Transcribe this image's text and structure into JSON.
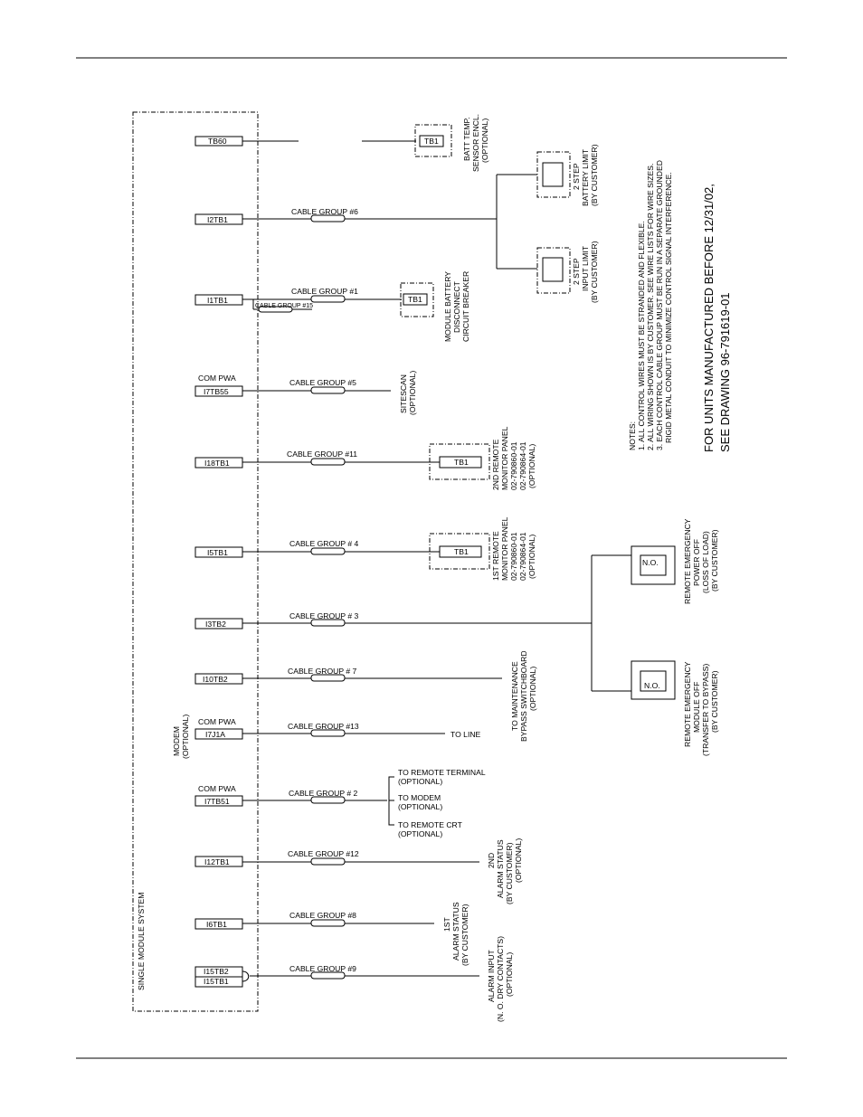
{
  "system_title": "SINGLE MODULE SYSTEM",
  "terminals": {
    "tb60": "TB60",
    "i2tb1": "I2TB1",
    "i1tb1": "I1TB1",
    "i7tb55": "I7TB55",
    "i18tb1": "I18TB1",
    "i5tb1": "I5TB1",
    "i3tb2": "I3TB2",
    "i10tb2": "I10TB2",
    "i7j1a": "I7J1A",
    "i7tb51": "I7TB51",
    "i12tb1": "I12TB1",
    "i6tb1": "I6TB1",
    "i15tb2": "I15TB2",
    "i15tb1": "I15TB1"
  },
  "com_pwa": "COM PWA",
  "modem_label": [
    "MODEM",
    "(OPTIONAL)"
  ],
  "cables": {
    "g6": "CABLE GROUP #6",
    "g1": "CABLE GROUP #1",
    "g15": "CABLE GROUP #15",
    "g5": "CABLE GROUP #5",
    "g11": "CABLE GROUP #11",
    "g4": "CABLE GROUP # 4",
    "g3": "CABLE GROUP # 3",
    "g7": "CABLE GROUP # 7",
    "g13": "CABLE GROUP #13",
    "g2": "CABLE GROUP # 2",
    "g12": "CABLE GROUP #12",
    "g8": "CABLE GROUP #8",
    "g9": "CABLE GROUP #9"
  },
  "tb1": "TB1",
  "no_contact": "N.O.",
  "to_line": "TO LINE",
  "targets": {
    "batt_temp": [
      "BATT TEMP.",
      "SENSOR ENCL.",
      "(OPTIONAL)"
    ],
    "battery_limit": [
      "2 STEP",
      "BATTERY LIMIT",
      "(BY CUSTOMER)"
    ],
    "input_limit": [
      "2 STEP",
      "INPUT LIMIT",
      "(BY CUSTOMER)"
    ],
    "module_battery": [
      "MODULE BATTERY",
      "DISCONNECT",
      "CIRCUIT BREAKER"
    ],
    "sitescan": [
      "SITESCAN",
      "(OPTIONAL)"
    ],
    "remote_2nd": [
      "2ND REMOTE",
      "MONITOR PANEL",
      "02-790860-01",
      "02-790864-01",
      "(OPTIONAL)"
    ],
    "remote_1st": [
      "1ST REMOTE",
      "MONITOR PANEL",
      "02-790860-01",
      "02-790864-01",
      "(OPTIONAL)"
    ],
    "epo": [
      "REMOTE EMERGENCY",
      "POWER OFF",
      "(LOSS OF LOAD)",
      "(BY CUSTOMER)"
    ],
    "emo": [
      "REMOTE EMERGENCY",
      "MODULE OFF",
      "(TRANSFER TO BYPASS)",
      "(BY CUSTOMER)"
    ],
    "maint_bypass": [
      "TO MAINTENANCE",
      "BYPASS SWITCHBOARD",
      "(OPTIONAL)"
    ],
    "remote_terminal": [
      "TO REMOTE TERMINAL",
      "(OPTIONAL)"
    ],
    "to_modem": [
      "TO MODEM",
      "(OPTIONAL)"
    ],
    "remote_crt": [
      "TO REMOTE CRT",
      "(OPTIONAL)"
    ],
    "alarm_2nd": [
      "2ND",
      "ALARM STATUS",
      "(BY CUSTOMER)",
      "(OPTIONAL)"
    ],
    "alarm_1st": [
      "1ST",
      "ALARM STATUS",
      "(BY CUSTOMER)"
    ],
    "alarm_input": [
      "ALARM INPUT",
      "(N. O. DRY CONTACTS)",
      "(OPTIONAL)"
    ]
  },
  "notes": [
    "NOTES:",
    "1. ALL CONTROL WIRES MUST BE STRANDED AND FLEXIBLE.",
    "2. ALL WIRING SHOWN IS BY CUSTOMER. SEE WIRE LISTS FOR WIRE SIZES.",
    "3. EACH CONTROL CABLE GROUP MUST BE RUN IN A SEPARATE GROUNDED",
    "RIGID METAL CONDUIT TO MINIMIZE CONTROL SIGNAL INTERFERENCE."
  ],
  "units_note": [
    "FOR UNITS MANUFACTURED BEFORE 12/31/02,",
    "SEE DRAWING 96-791619-01"
  ]
}
